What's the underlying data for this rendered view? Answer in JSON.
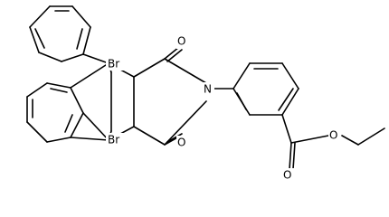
{
  "diagram": {
    "type": "skeletal chemical structure",
    "background_color": "#ffffff",
    "bond_color": "#000000",
    "atom_labels": {
      "br_upper": "Br",
      "br_lower": "Br",
      "o_imide_upper": "O",
      "o_imide_lower": "O",
      "n_imide": "N",
      "o_ester_carbonyl": "O",
      "o_ester_ether": "O"
    }
  }
}
